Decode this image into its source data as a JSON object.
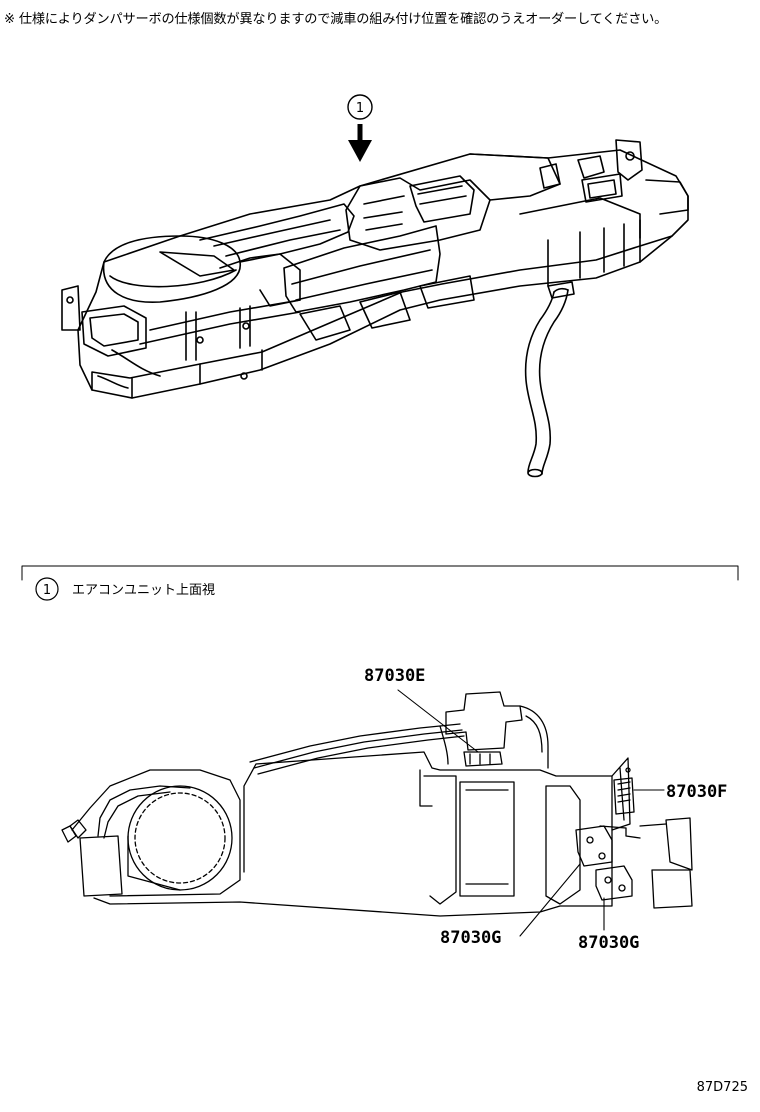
{
  "note": "※ 仕様によりダンパサーボの仕様個数が異なりますので減車の組み付け位置を確認のうえオーダーしてください。",
  "callout": {
    "number": "1"
  },
  "detail": {
    "number": "1",
    "caption": "エアコンユニット上面視"
  },
  "parts": {
    "e": "87030E",
    "f": "87030F",
    "g1": "87030G",
    "g2": "87030G"
  },
  "drawing_code": "87D725"
}
